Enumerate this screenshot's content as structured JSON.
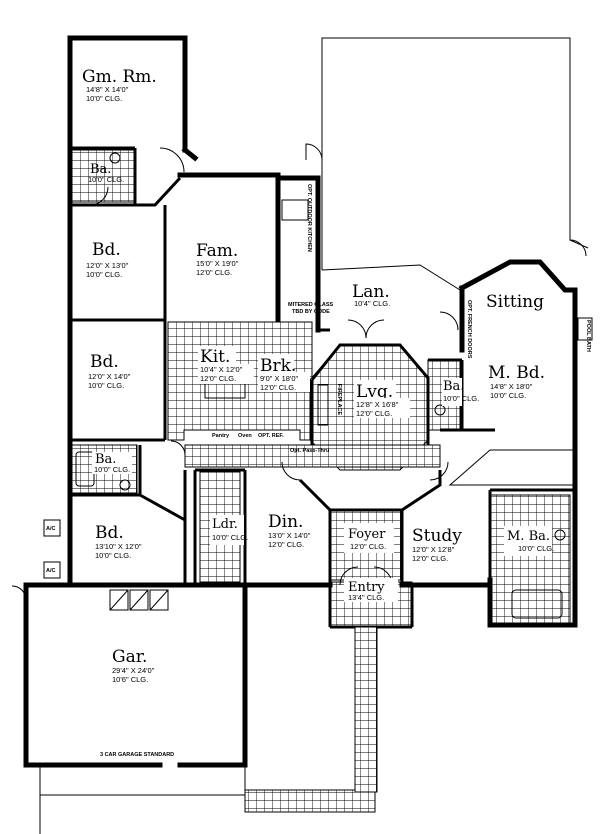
{
  "rooms": {
    "gm_rm": {
      "name": "Gm. Rm.",
      "dim": "14'8\" X 14'0\"",
      "clg": "10'0\" CLG."
    },
    "ba1": {
      "name": "Ba.",
      "clg": "10'0\" CLG."
    },
    "bd1": {
      "name": "Bd.",
      "dim": "12'0\" X 13'0\"",
      "clg": "10'0\" CLG."
    },
    "fam": {
      "name": "Fam.",
      "dim": "15'0\" X 19'0\"",
      "clg": "12'0\" CLG."
    },
    "lan": {
      "name": "Lan.",
      "clg": "10'4\" CLG."
    },
    "sitting": {
      "name": "Sitting"
    },
    "bd2": {
      "name": "Bd.",
      "dim": "12'0\" X 14'0\"",
      "clg": "10'0\" CLG."
    },
    "kit": {
      "name": "Kit.",
      "dim": "10'4\" X 12'0\"",
      "clg": "12'0\" CLG."
    },
    "brk": {
      "name": "Brk.",
      "dim": "9'0\" X 18'0\"",
      "clg": "12'0\" CLG."
    },
    "lvg": {
      "name": "Lvg.",
      "dim": "12'8\" X 16'8\"",
      "clg": "12'0\" CLG."
    },
    "ba3": {
      "name": "Ba.",
      "clg": "10'0\" CLG."
    },
    "m_bd": {
      "name": "M. Bd.",
      "dim": "14'8\" X 18'0\"",
      "clg": "10'0\" CLG."
    },
    "ba2": {
      "name": "Ba.",
      "clg": "10'0\" CLG."
    },
    "bd3": {
      "name": "Bd.",
      "dim": "13'10\" X 12'0\"",
      "clg": "10'0\" CLG."
    },
    "ldr": {
      "name": "Ldr.",
      "clg": "10'0\" CLG."
    },
    "din": {
      "name": "Din.",
      "dim": "13'0\" X 14'0\"",
      "clg": "12'0\" CLG."
    },
    "foyer": {
      "name": "Foyer",
      "clg": "12'0\" CLG."
    },
    "study": {
      "name": "Study",
      "dim": "12'0\" X 12'8\"",
      "clg": "12'0\" CLG."
    },
    "m_ba": {
      "name": "M. Ba.",
      "clg": "10'0\" CLG."
    },
    "entry": {
      "name": "Entry",
      "clg": "13'4\" CLG."
    },
    "gar": {
      "name": "Gar.",
      "dim": "29'4\" X 24'0\"",
      "clg": "10'6\" CLG."
    }
  },
  "notes": {
    "opt_outdoor_kitchen": "OPT. OUTDOOR KITCHEN",
    "mitered_glass": "MITERED GLASS",
    "tbd_by_code": "TBD BY CODE",
    "opt_french_doors": "OPT. FRENCH DOORS",
    "fireplace": "FIREPLACE",
    "pantry": "Pantry",
    "oven": "Oven",
    "opt_ref": "OPT. REF.",
    "pass_thru": "Opt. Pass-Thru",
    "ac_1": "A/C",
    "ac_2": "A/C",
    "pool_bath": "POOL BATH",
    "garage_caption": "3 CAR GARAGE STANDARD"
  }
}
